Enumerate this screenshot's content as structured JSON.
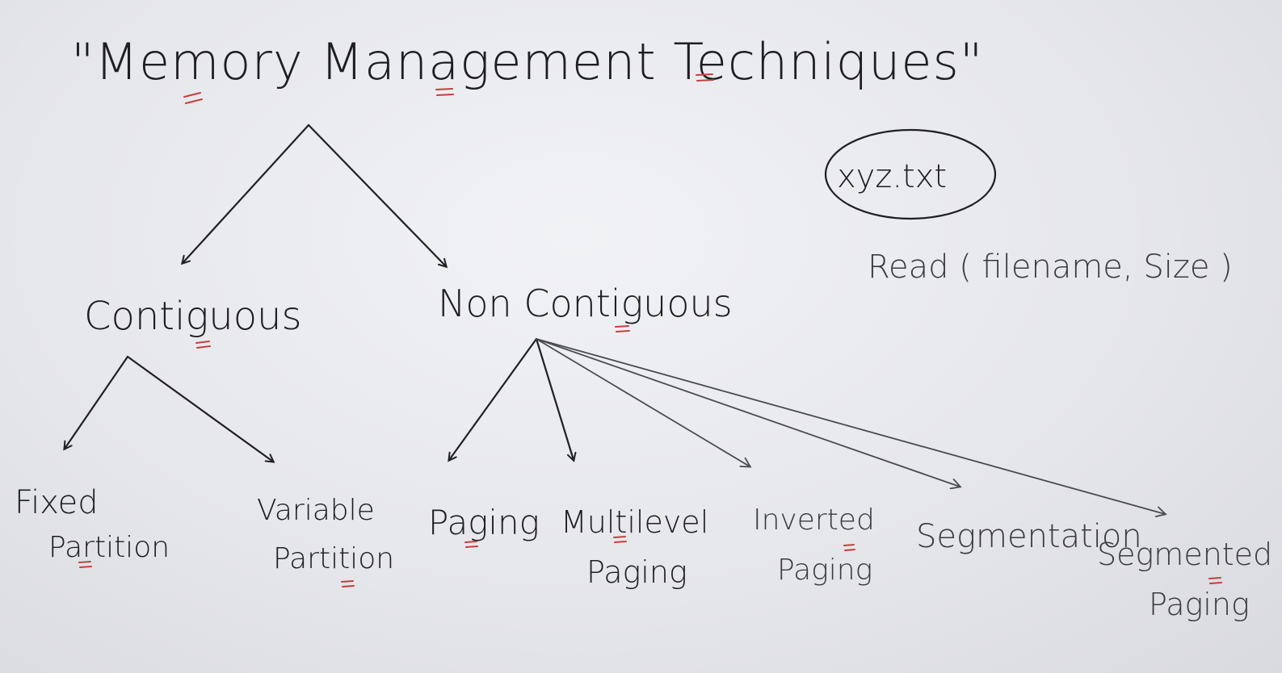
{
  "title": "\"Memory Management Techniques\"",
  "root": "Memory Management Techniques",
  "branches": [
    {
      "label": "Contiguous",
      "children": [
        {
          "line1": "Fixed",
          "line2": "Partition"
        },
        {
          "line1": "Variable",
          "line2": "Partition"
        }
      ]
    },
    {
      "label": "Non Contiguous",
      "children": [
        {
          "line1": "Paging",
          "line2": ""
        },
        {
          "line1": "Multilevel",
          "line2": "Paging"
        },
        {
          "line1": "Inverted",
          "line2": "Paging"
        },
        {
          "line1": "Segmentation",
          "line2": ""
        },
        {
          "line1": "Segmented",
          "line2": "Paging"
        }
      ]
    }
  ],
  "side_note": {
    "circled": "xyz.txt",
    "call": "Read ( filename, Size )"
  },
  "colors": {
    "board": "#e7e8ec",
    "ink": "#1d1d22",
    "underline": "#c4403c"
  }
}
